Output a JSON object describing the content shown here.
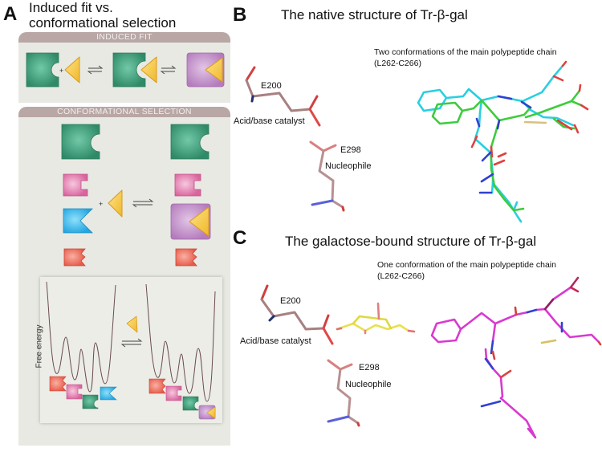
{
  "panels": {
    "a": {
      "letter": "A",
      "title_line1": "Induced fit vs.",
      "title_line2": "conformational selection",
      "induced_fit": {
        "header": "INDUCED FIT",
        "plus": "+",
        "equilibrium_symbol": "⇌"
      },
      "conformational_selection": {
        "header": "CONFORMATIONAL SELECTION",
        "plus": "+",
        "equilibrium_symbol": "⇌"
      },
      "energy_landscape": {
        "y_axis_label": "Free energy",
        "equilibrium_symbol": "⇌"
      },
      "colors": {
        "green": "#3a9a78",
        "pink": "#e07aae",
        "blue": "#38b6e8",
        "red": "#ec6a5a",
        "purple": "#c08fc8",
        "yellow": "#f5c842",
        "header_band": "#b8a7a5",
        "box_bg": "#e8e9e3",
        "curve": "#6b4b52"
      }
    },
    "b": {
      "letter": "B",
      "title": "The native structure of Tr-β-gal",
      "residue_1_name": "E200",
      "residue_1_role": "Acid/base catalyst",
      "residue_2_name": "E298",
      "residue_2_role": "Nucleophile",
      "chain_annotation_line1": "Two conformations of the main polypeptide chain",
      "chain_annotation_line2": "(L262-C266)",
      "colors": {
        "residue": "#b08a88",
        "conf1": "#2ad0d8",
        "conf2": "#3ccf3c",
        "oxygen": "#e83a3a",
        "nitrogen": "#3040d0"
      }
    },
    "c": {
      "letter": "C",
      "title": "The galactose-bound structure of Tr-β-gal",
      "residue_1_name": "E200",
      "residue_1_role": "Acid/base catalyst",
      "residue_2_name": "E298",
      "residue_2_role": "Nucleophile",
      "chain_annotation_line1": "One conformation of the main polypeptide chain",
      "chain_annotation_line2": "(L262-C266)",
      "colors": {
        "residue": "#b08a88",
        "chain": "#d83ad0",
        "galactose": "#e8e040",
        "oxygen": "#e83a3a",
        "nitrogen": "#3040d0"
      }
    }
  }
}
